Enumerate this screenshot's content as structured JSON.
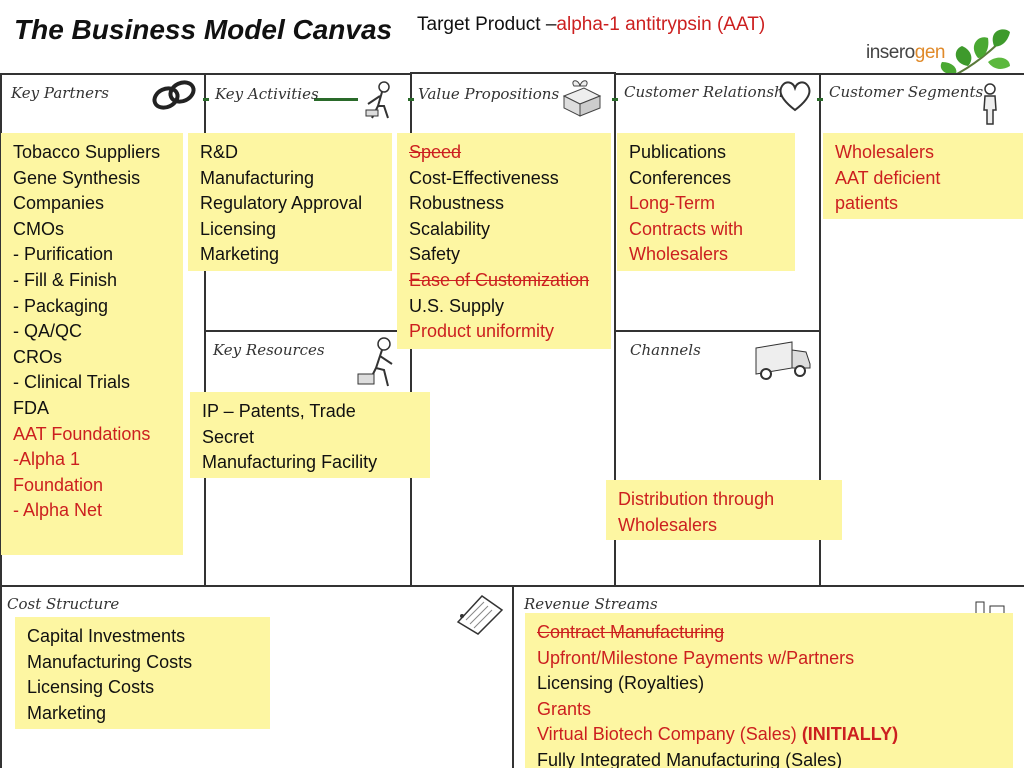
{
  "header": {
    "title": "The Business Model Canvas",
    "target_label": "Target Product –",
    "target_value": "alpha-1 antitrypsin (AAT)"
  },
  "logo": {
    "text_main": "insero",
    "text_accent": "gen",
    "leaf_color": "#3e9a2c"
  },
  "colors": {
    "note_bg": "#fdf6a2",
    "red_text": "#cc1f1f",
    "border": "#333333"
  },
  "cells": {
    "key_partners": "Key Partners",
    "key_activities": "Key Activities",
    "value_propositions": "Value Propositions",
    "customer_relationships": "Customer Relationships",
    "customer_segments": "Customer Segments",
    "key_resources": "Key Resources",
    "channels": "Channels",
    "cost_structure": "Cost Structure",
    "revenue_streams": "Revenue Streams"
  },
  "notes": {
    "key_partners": [
      "Tobacco Suppliers",
      "Gene Synthesis",
      "Companies",
      "CMOs",
      "- Purification",
      "- Fill & Finish",
      "- Packaging",
      "- QA/QC",
      "CROs",
      "- Clinical Trials",
      "FDA",
      "AAT Foundations",
      "-Alpha 1",
      "Foundation",
      "- Alpha Net"
    ],
    "key_activities": [
      "R&D",
      "Manufacturing",
      "Regulatory Approval",
      "Licensing",
      "Marketing"
    ],
    "value_propositions": [
      "Speed",
      "Cost-Effectiveness",
      "Robustness",
      "Scalability",
      "Safety",
      "Ease of Customization",
      "U.S. Supply",
      "Product uniformity"
    ],
    "customer_relationships": [
      "Publications",
      "Conferences",
      "Long-Term",
      "Contracts with",
      "Wholesalers"
    ],
    "customer_segments": [
      "Wholesalers",
      "AAT deficient",
      "patients"
    ],
    "key_resources": [
      "IP – Patents, Trade",
      "Secret",
      "Manufacturing Facility"
    ],
    "channels": [
      "Distribution through",
      "Wholesalers"
    ],
    "cost_structure": [
      "Capital Investments",
      "Manufacturing Costs",
      "Licensing Costs",
      "Marketing"
    ],
    "revenue_streams": [
      "Contract Manufacturing",
      "Upfront/Milestone Payments w/Partners",
      "Licensing (Royalties)",
      "Grants",
      "Virtual Biotech Company (Sales)",
      "(INITIALLY)",
      "Fully Integrated Manufacturing (Sales)"
    ]
  }
}
